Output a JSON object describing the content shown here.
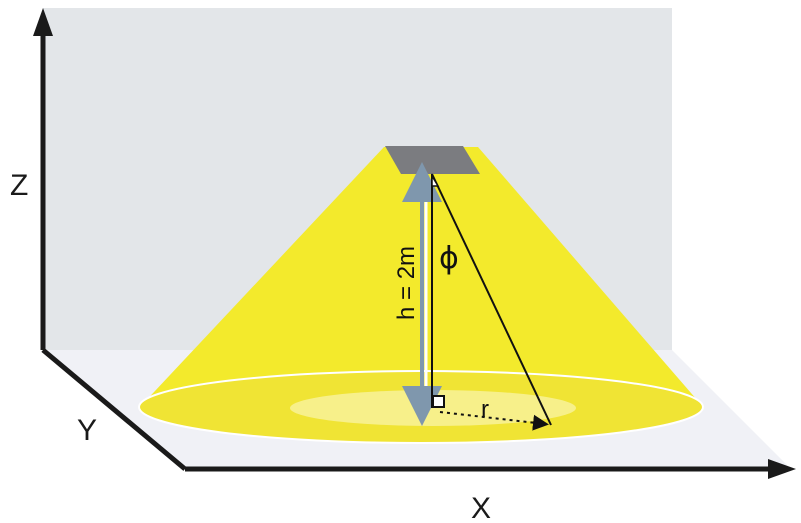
{
  "axes": {
    "x_label": "X",
    "y_label": "Y",
    "z_label": "Z"
  },
  "annotations": {
    "height_label": "h = 2m",
    "angle_label": "ϕ",
    "radius_label": "r"
  },
  "colors": {
    "wall": "#e3e6e9",
    "floor": "#f0f1f6",
    "light_cone": "#f3ea2c",
    "floor_spot_outer": "#f0e434",
    "floor_spot_inner": "#f7f08a",
    "lamp": "#7b7c80",
    "height_arrow": "#7f97ad",
    "axis": "#1a1a1a"
  }
}
